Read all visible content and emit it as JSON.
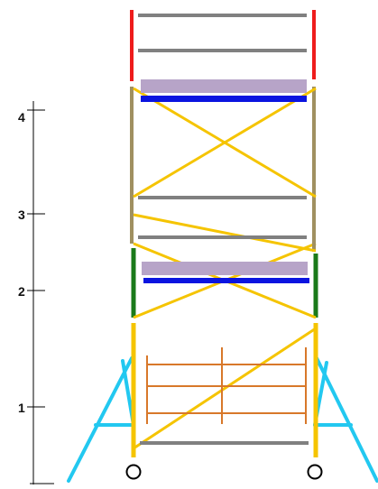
{
  "levels": [
    {
      "label": "4"
    },
    {
      "label": "3"
    },
    {
      "label": "2"
    },
    {
      "label": "1"
    }
  ],
  "colors": {
    "guardrail_post": "#ee1c1c",
    "upper_frame": "#a09060",
    "middle_frame": "#1a7a1a",
    "base_frame": "#f5c400",
    "rail": "#808080",
    "brace": "#f5c400",
    "platform_board": "#b7a4c8",
    "platform_edge": "#0a14e0",
    "outrigger": "#22c8f0",
    "internal_ladder": "#d8782a",
    "caster": "#000000",
    "scale": "#000000"
  },
  "components": {
    "platforms": 2,
    "casters": 2,
    "outriggers": 2,
    "internal_ladder": true
  }
}
